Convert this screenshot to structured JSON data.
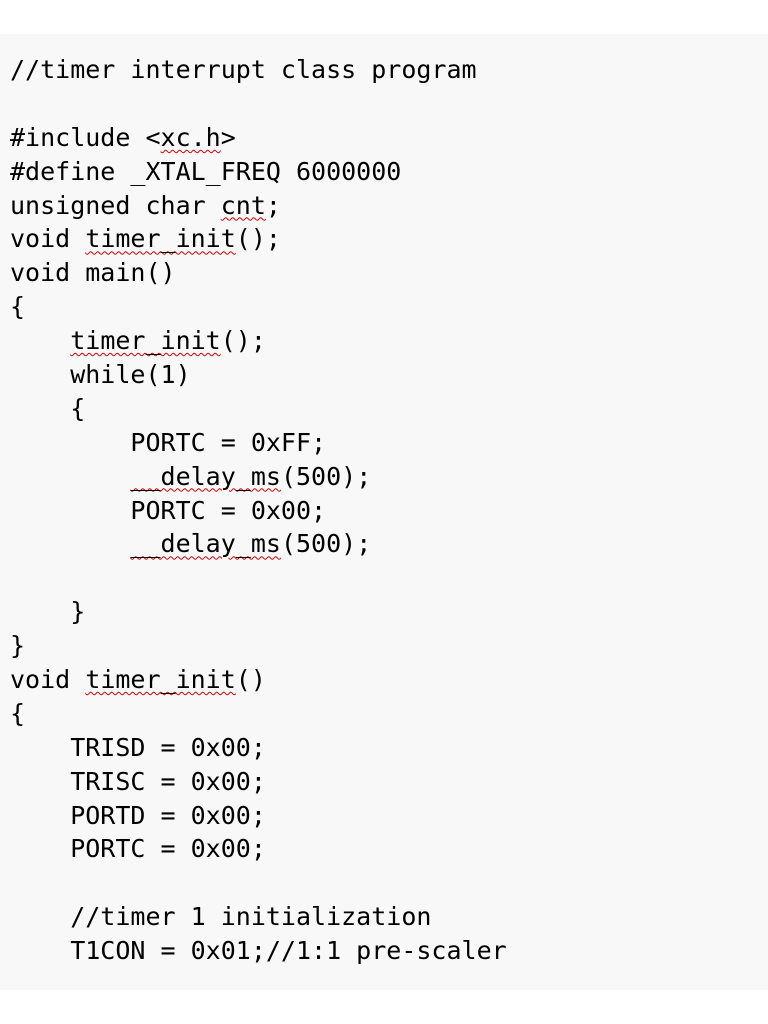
{
  "document": {
    "lines": [
      [
        {
          "t": "//timer interrupt class program"
        }
      ],
      [
        {
          "t": ""
        }
      ],
      [
        {
          "t": "#include <"
        },
        {
          "t": "xc.h",
          "s": true
        },
        {
          "t": ">"
        }
      ],
      [
        {
          "t": "#define _XTAL_FREQ 6000000"
        }
      ],
      [
        {
          "t": "unsigned char "
        },
        {
          "t": "cnt",
          "s": true
        },
        {
          "t": ";"
        }
      ],
      [
        {
          "t": "void "
        },
        {
          "t": "timer_init",
          "s": true
        },
        {
          "t": "();"
        }
      ],
      [
        {
          "t": "void main()"
        }
      ],
      [
        {
          "t": "{"
        }
      ],
      [
        {
          "t": "    "
        },
        {
          "t": "timer_init",
          "s": true
        },
        {
          "t": "();"
        }
      ],
      [
        {
          "t": "    while(1)"
        }
      ],
      [
        {
          "t": "    {"
        }
      ],
      [
        {
          "t": "        PORTC = 0xFF;"
        }
      ],
      [
        {
          "t": "        "
        },
        {
          "t": "__delay_ms",
          "s": true
        },
        {
          "t": "(500);"
        }
      ],
      [
        {
          "t": "        PORTC = 0x00;"
        }
      ],
      [
        {
          "t": "        "
        },
        {
          "t": "__delay_ms",
          "s": true
        },
        {
          "t": "(500);"
        }
      ],
      [
        {
          "t": ""
        }
      ],
      [
        {
          "t": "    }"
        }
      ],
      [
        {
          "t": "}"
        }
      ],
      [
        {
          "t": "void "
        },
        {
          "t": "timer_init",
          "s": true
        },
        {
          "t": "()"
        }
      ],
      [
        {
          "t": "{"
        }
      ],
      [
        {
          "t": "    TRISD = 0x00;"
        }
      ],
      [
        {
          "t": "    TRISC = 0x00;"
        }
      ],
      [
        {
          "t": "    PORTD = 0x00;"
        }
      ],
      [
        {
          "t": "    PORTC = 0x00;"
        }
      ],
      [
        {
          "t": ""
        }
      ],
      [
        {
          "t": "    //timer 1 initialization"
        }
      ],
      [
        {
          "t": "    T1CON = 0x01;//1:1 pre-scaler"
        }
      ]
    ]
  },
  "colors": {
    "page_background": "#ffffff",
    "panel_background": "#f8f8f8",
    "text": "#000000",
    "spellcheck_underline": "#d40000"
  }
}
